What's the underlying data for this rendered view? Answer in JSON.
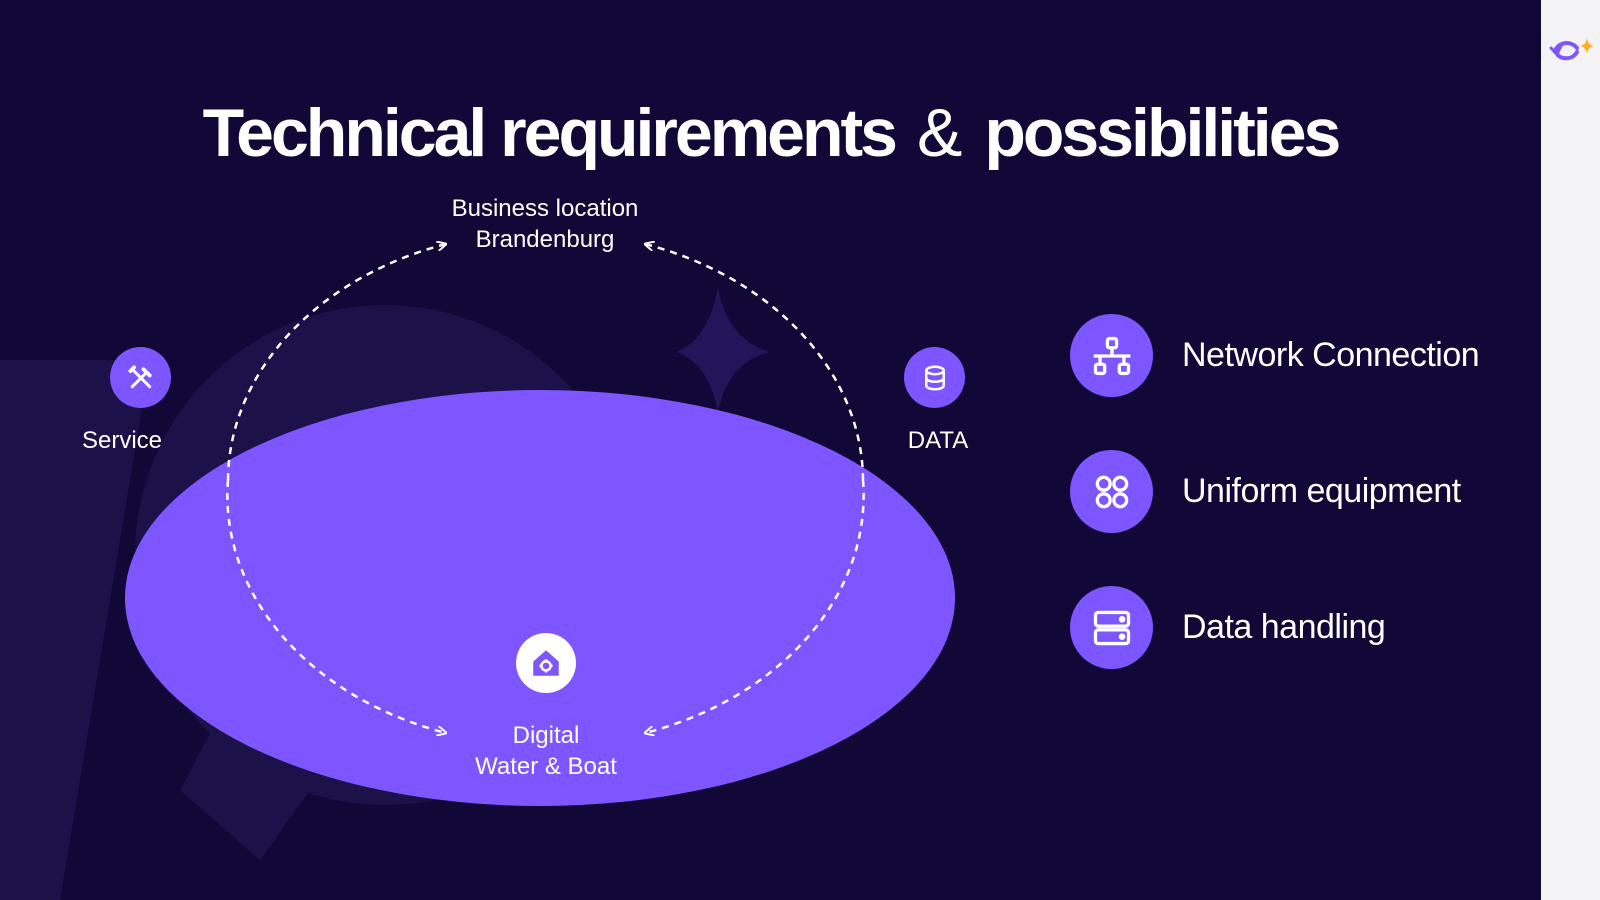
{
  "slide": {
    "title_part1": "Technical requirements",
    "title_amp": "&",
    "title_part2": "possibilities"
  },
  "diagram": {
    "top_node": {
      "line1": "Business location",
      "line2": "Brandenburg"
    },
    "bottom_node": {
      "line1": "Digital",
      "line2": "Water & Boat",
      "icon": "house-gear-icon"
    },
    "left_node": {
      "label": "Service",
      "icon": "tools-icon"
    },
    "right_node": {
      "label": "DATA",
      "icon": "database-icon"
    }
  },
  "features": [
    {
      "label": "Network Connection",
      "icon": "network-icon"
    },
    {
      "label": "Uniform equipment",
      "icon": "grid-circles-icon"
    },
    {
      "label": "Data handling",
      "icon": "server-icon"
    }
  ],
  "colors": {
    "background": "#120838",
    "accent": "#7e56ff",
    "text": "#ffffff",
    "side_strip": "#f3f3f6"
  }
}
